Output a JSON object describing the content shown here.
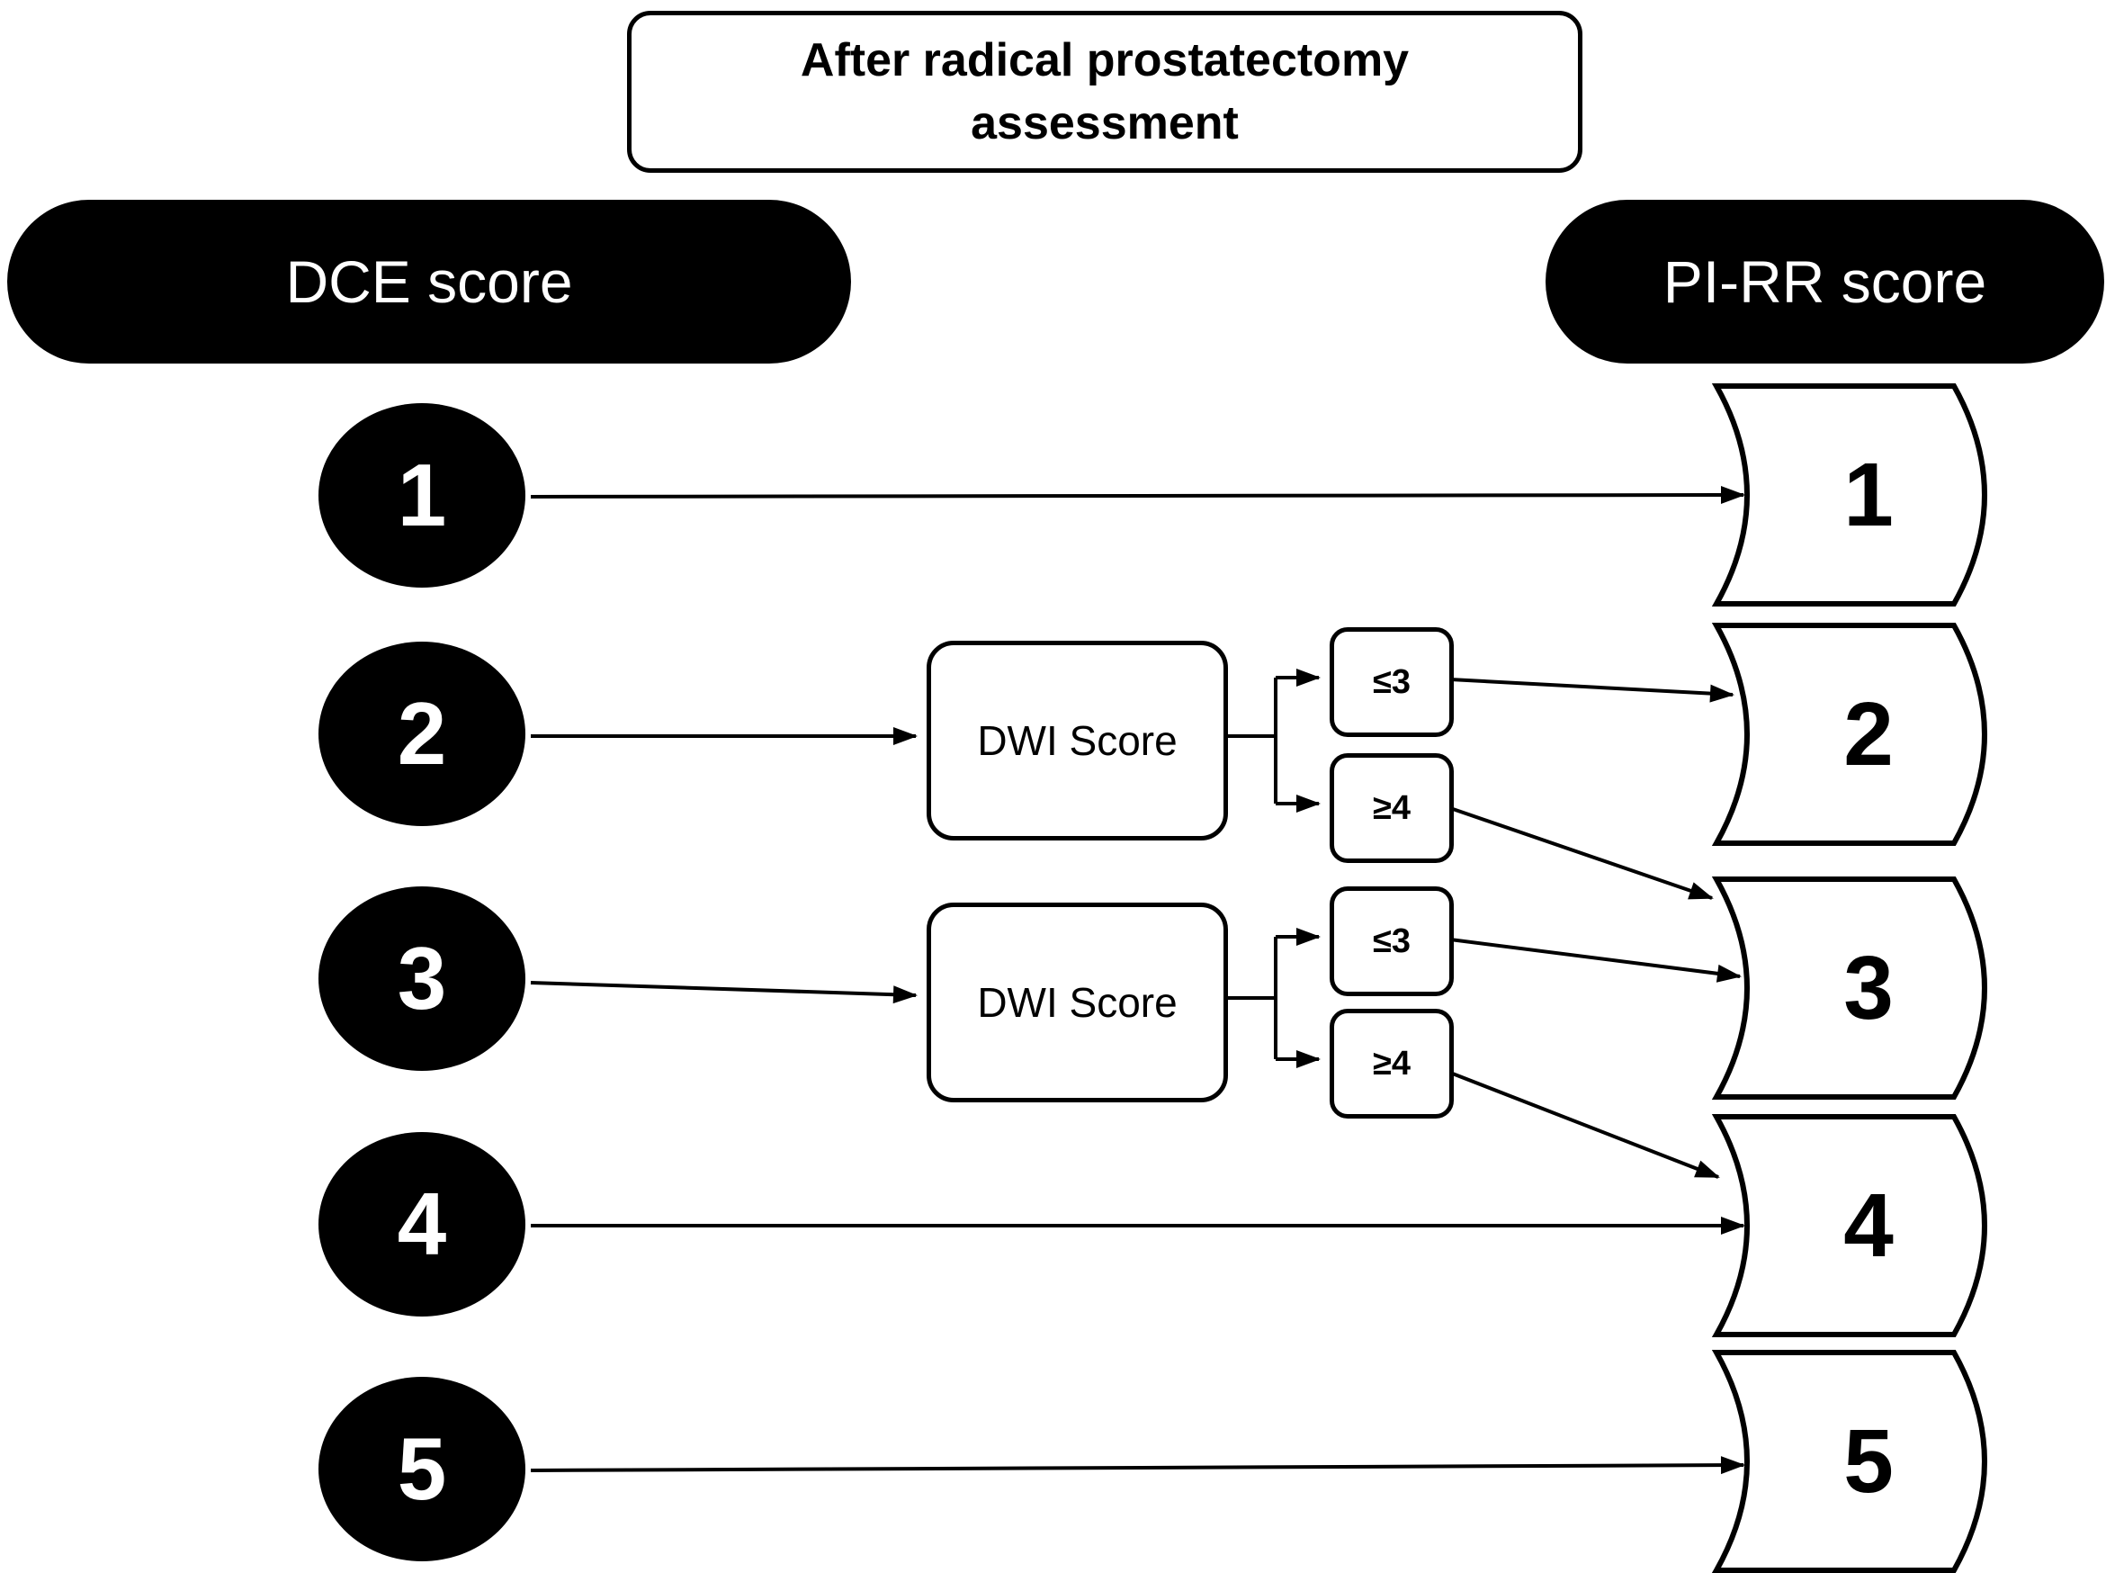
{
  "title": {
    "line1": "After radical prostatectomy",
    "line2": "assessment"
  },
  "headers": {
    "left": "DCE score",
    "right": "PI-RR score"
  },
  "dce": {
    "items": [
      {
        "label": "1"
      },
      {
        "label": "2"
      },
      {
        "label": "3"
      },
      {
        "label": "4"
      },
      {
        "label": "5"
      }
    ]
  },
  "pirr": {
    "items": [
      {
        "label": "1"
      },
      {
        "label": "2"
      },
      {
        "label": "3"
      },
      {
        "label": "4"
      },
      {
        "label": "5"
      }
    ]
  },
  "dwi": {
    "items": [
      {
        "label": "DWI Score"
      },
      {
        "label": "DWI Score"
      }
    ]
  },
  "conditions": {
    "items": [
      {
        "label": "≤3"
      },
      {
        "label": "≥4"
      },
      {
        "label": "≤3"
      },
      {
        "label": "≥4"
      }
    ]
  },
  "edges": [
    {
      "from": "DCE 1",
      "condition": "",
      "to": "PI-RR 1"
    },
    {
      "from": "DCE 2",
      "condition": "",
      "to": "DWI Score"
    },
    {
      "from": "DCE 2",
      "condition": "DWI ≤3",
      "to": "PI-RR 2"
    },
    {
      "from": "DCE 2",
      "condition": "DWI ≥4",
      "to": "PI-RR 3"
    },
    {
      "from": "DCE 3",
      "condition": "",
      "to": "DWI Score"
    },
    {
      "from": "DCE 3",
      "condition": "DWI ≤3",
      "to": "PI-RR 3"
    },
    {
      "from": "DCE 3",
      "condition": "DWI ≥4",
      "to": "PI-RR 4"
    },
    {
      "from": "DCE 4",
      "condition": "",
      "to": "PI-RR 4"
    },
    {
      "from": "DCE 5",
      "condition": "",
      "to": "PI-RR 5"
    }
  ],
  "colors": {
    "node_fill": "#000000",
    "node_text": "#ffffff",
    "line": "#000000",
    "background": "#ffffff"
  }
}
